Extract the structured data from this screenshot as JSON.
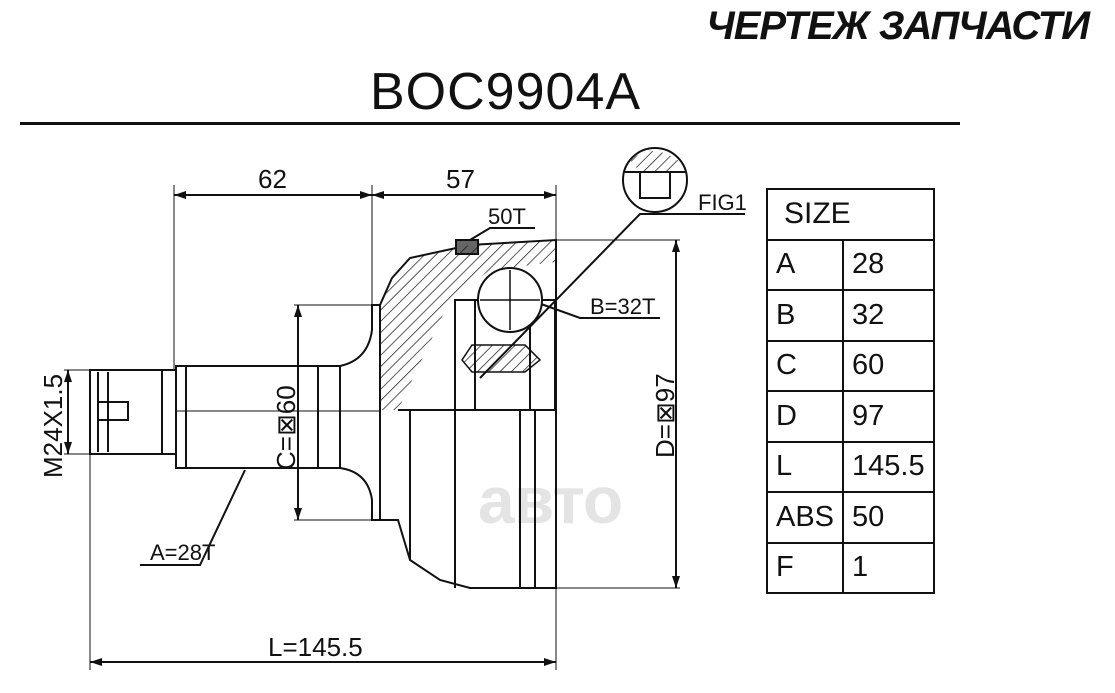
{
  "header": {
    "brand": "ЧЕРТЕЖ ЗАПЧАСТИ",
    "part_number": "BOC9904A"
  },
  "drawing": {
    "dim_62": "62",
    "dim_57": "57",
    "dim_50t": "50T",
    "dim_fig1": "FIG1",
    "dim_b": "B=32T",
    "dim_c": "C=⊠60",
    "dim_d": "D=⊠97",
    "dim_thread": "M24X1.5",
    "dim_a": "A=28T",
    "dim_l": "L=145.5"
  },
  "spec_table": {
    "header": "SIZE",
    "rows": [
      {
        "key": "A",
        "value": "28"
      },
      {
        "key": "B",
        "value": "32"
      },
      {
        "key": "C",
        "value": "60"
      },
      {
        "key": "D",
        "value": "97"
      },
      {
        "key": "L",
        "value": "145.5"
      },
      {
        "key": "ABS",
        "value": "50"
      },
      {
        "key": "F",
        "value": "1"
      }
    ]
  },
  "watermark": "авто"
}
